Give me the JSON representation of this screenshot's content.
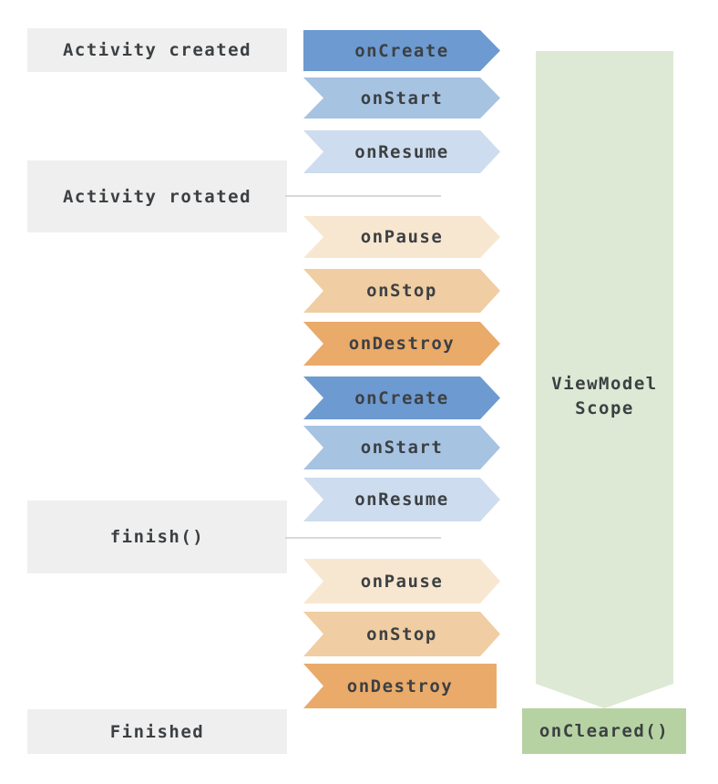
{
  "labels": {
    "activity_created": "Activity created",
    "activity_rotated": "Activity rotated",
    "finish": "finish()",
    "finished": "Finished"
  },
  "arrows": [
    {
      "label": "onCreate",
      "color": "on_create",
      "section": "created"
    },
    {
      "label": "onStart",
      "color": "on_start",
      "section": "created"
    },
    {
      "label": "onResume",
      "color": "on_resume",
      "section": "created"
    },
    {
      "label": "onPause",
      "color": "on_pause",
      "section": "rotated"
    },
    {
      "label": "onStop",
      "color": "on_stop",
      "section": "rotated"
    },
    {
      "label": "onDestroy",
      "color": "on_destroy",
      "section": "rotated"
    },
    {
      "label": "onCreate",
      "color": "on_create",
      "section": "rotated"
    },
    {
      "label": "onStart",
      "color": "on_start",
      "section": "rotated"
    },
    {
      "label": "onResume",
      "color": "on_resume",
      "section": "rotated"
    },
    {
      "label": "onPause",
      "color": "on_pause",
      "section": "finish"
    },
    {
      "label": "onStop",
      "color": "on_stop",
      "section": "finish"
    },
    {
      "label": "onDestroy",
      "color": "on_destroy",
      "section": "finish"
    }
  ],
  "viewmodel_scope": {
    "label": "ViewModel\nScope",
    "cleared_label": "onCleared()"
  },
  "colors": {
    "on_create": "#6d9ad1",
    "on_start": "#a6c3e2",
    "on_resume": "#cddcee",
    "on_pause": "#f8e7d0",
    "on_stop": "#f0cda2",
    "on_destroy": "#e9aa6a",
    "scope_arrow": "#dde9d4",
    "on_cleared_bg": "#b6d2a2",
    "label_bg": "#efefef",
    "divider": "#d9d9d9"
  }
}
